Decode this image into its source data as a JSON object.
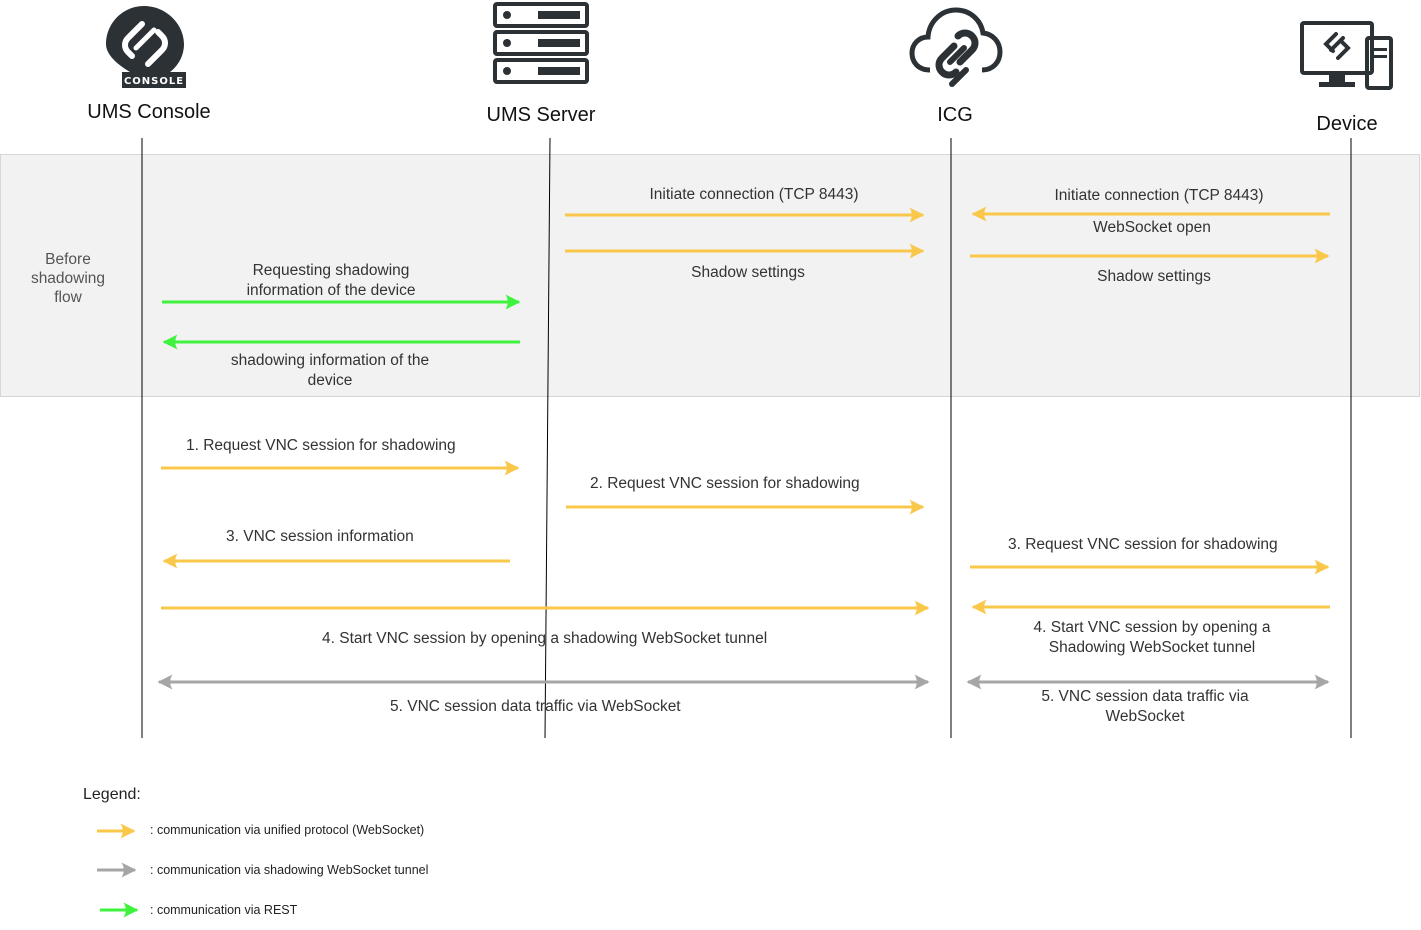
{
  "actors": [
    {
      "id": "console",
      "name": "UMS Console",
      "icon": "console-logo-icon",
      "badge": "CONSOLE"
    },
    {
      "id": "server",
      "name": "UMS Server",
      "icon": "server-rack-icon"
    },
    {
      "id": "icg",
      "name": "ICG",
      "icon": "cloud-link-icon"
    },
    {
      "id": "device",
      "name": "Device",
      "icon": "desktop-computer-icon"
    }
  ],
  "phase": {
    "label": "Before shadowing flow"
  },
  "messages": {
    "console_server_request": "Requesting shadowing information of the device",
    "server_console_info": "shadowing information of the device",
    "server_icg_initiate": "Initiate connection (TCP 8443)",
    "server_icg_shadow": "Shadow settings",
    "device_icg_initiate": "Initiate connection (TCP 8443)",
    "device_icg_ws_open": "WebSocket open",
    "icg_device_shadow": "Shadow settings",
    "step1": "1.   Request VNC session for shadowing",
    "step2": "2.   Request VNC session for shadowing",
    "step3a": "3.   VNC session information",
    "step3b": "3.   Request VNC session for shadowing",
    "step4a": "4.   Start VNC session by opening a shadowing WebSocket tunnel",
    "step4b": "4.   Start VNC session by opening a Shadowing WebSocket tunnel",
    "step5a": "5.   VNC session data traffic via WebSocket",
    "step5b": "5.   VNC session data traffic via WebSocket"
  },
  "legend": {
    "title": "Legend:",
    "items": [
      {
        "color": "#f9c84a",
        "label": ": communication via unified protocol (WebSocket)"
      },
      {
        "color": "#a6a6a6",
        "label": ": communication via shadowing WebSocket tunnel"
      },
      {
        "color": "#3ef23e",
        "label": ": communication via REST"
      }
    ]
  },
  "colors": {
    "websocket": "#f9c84a",
    "tunnel": "#a6a6a6",
    "rest": "#3ef23e",
    "icon": "#2c3136"
  }
}
